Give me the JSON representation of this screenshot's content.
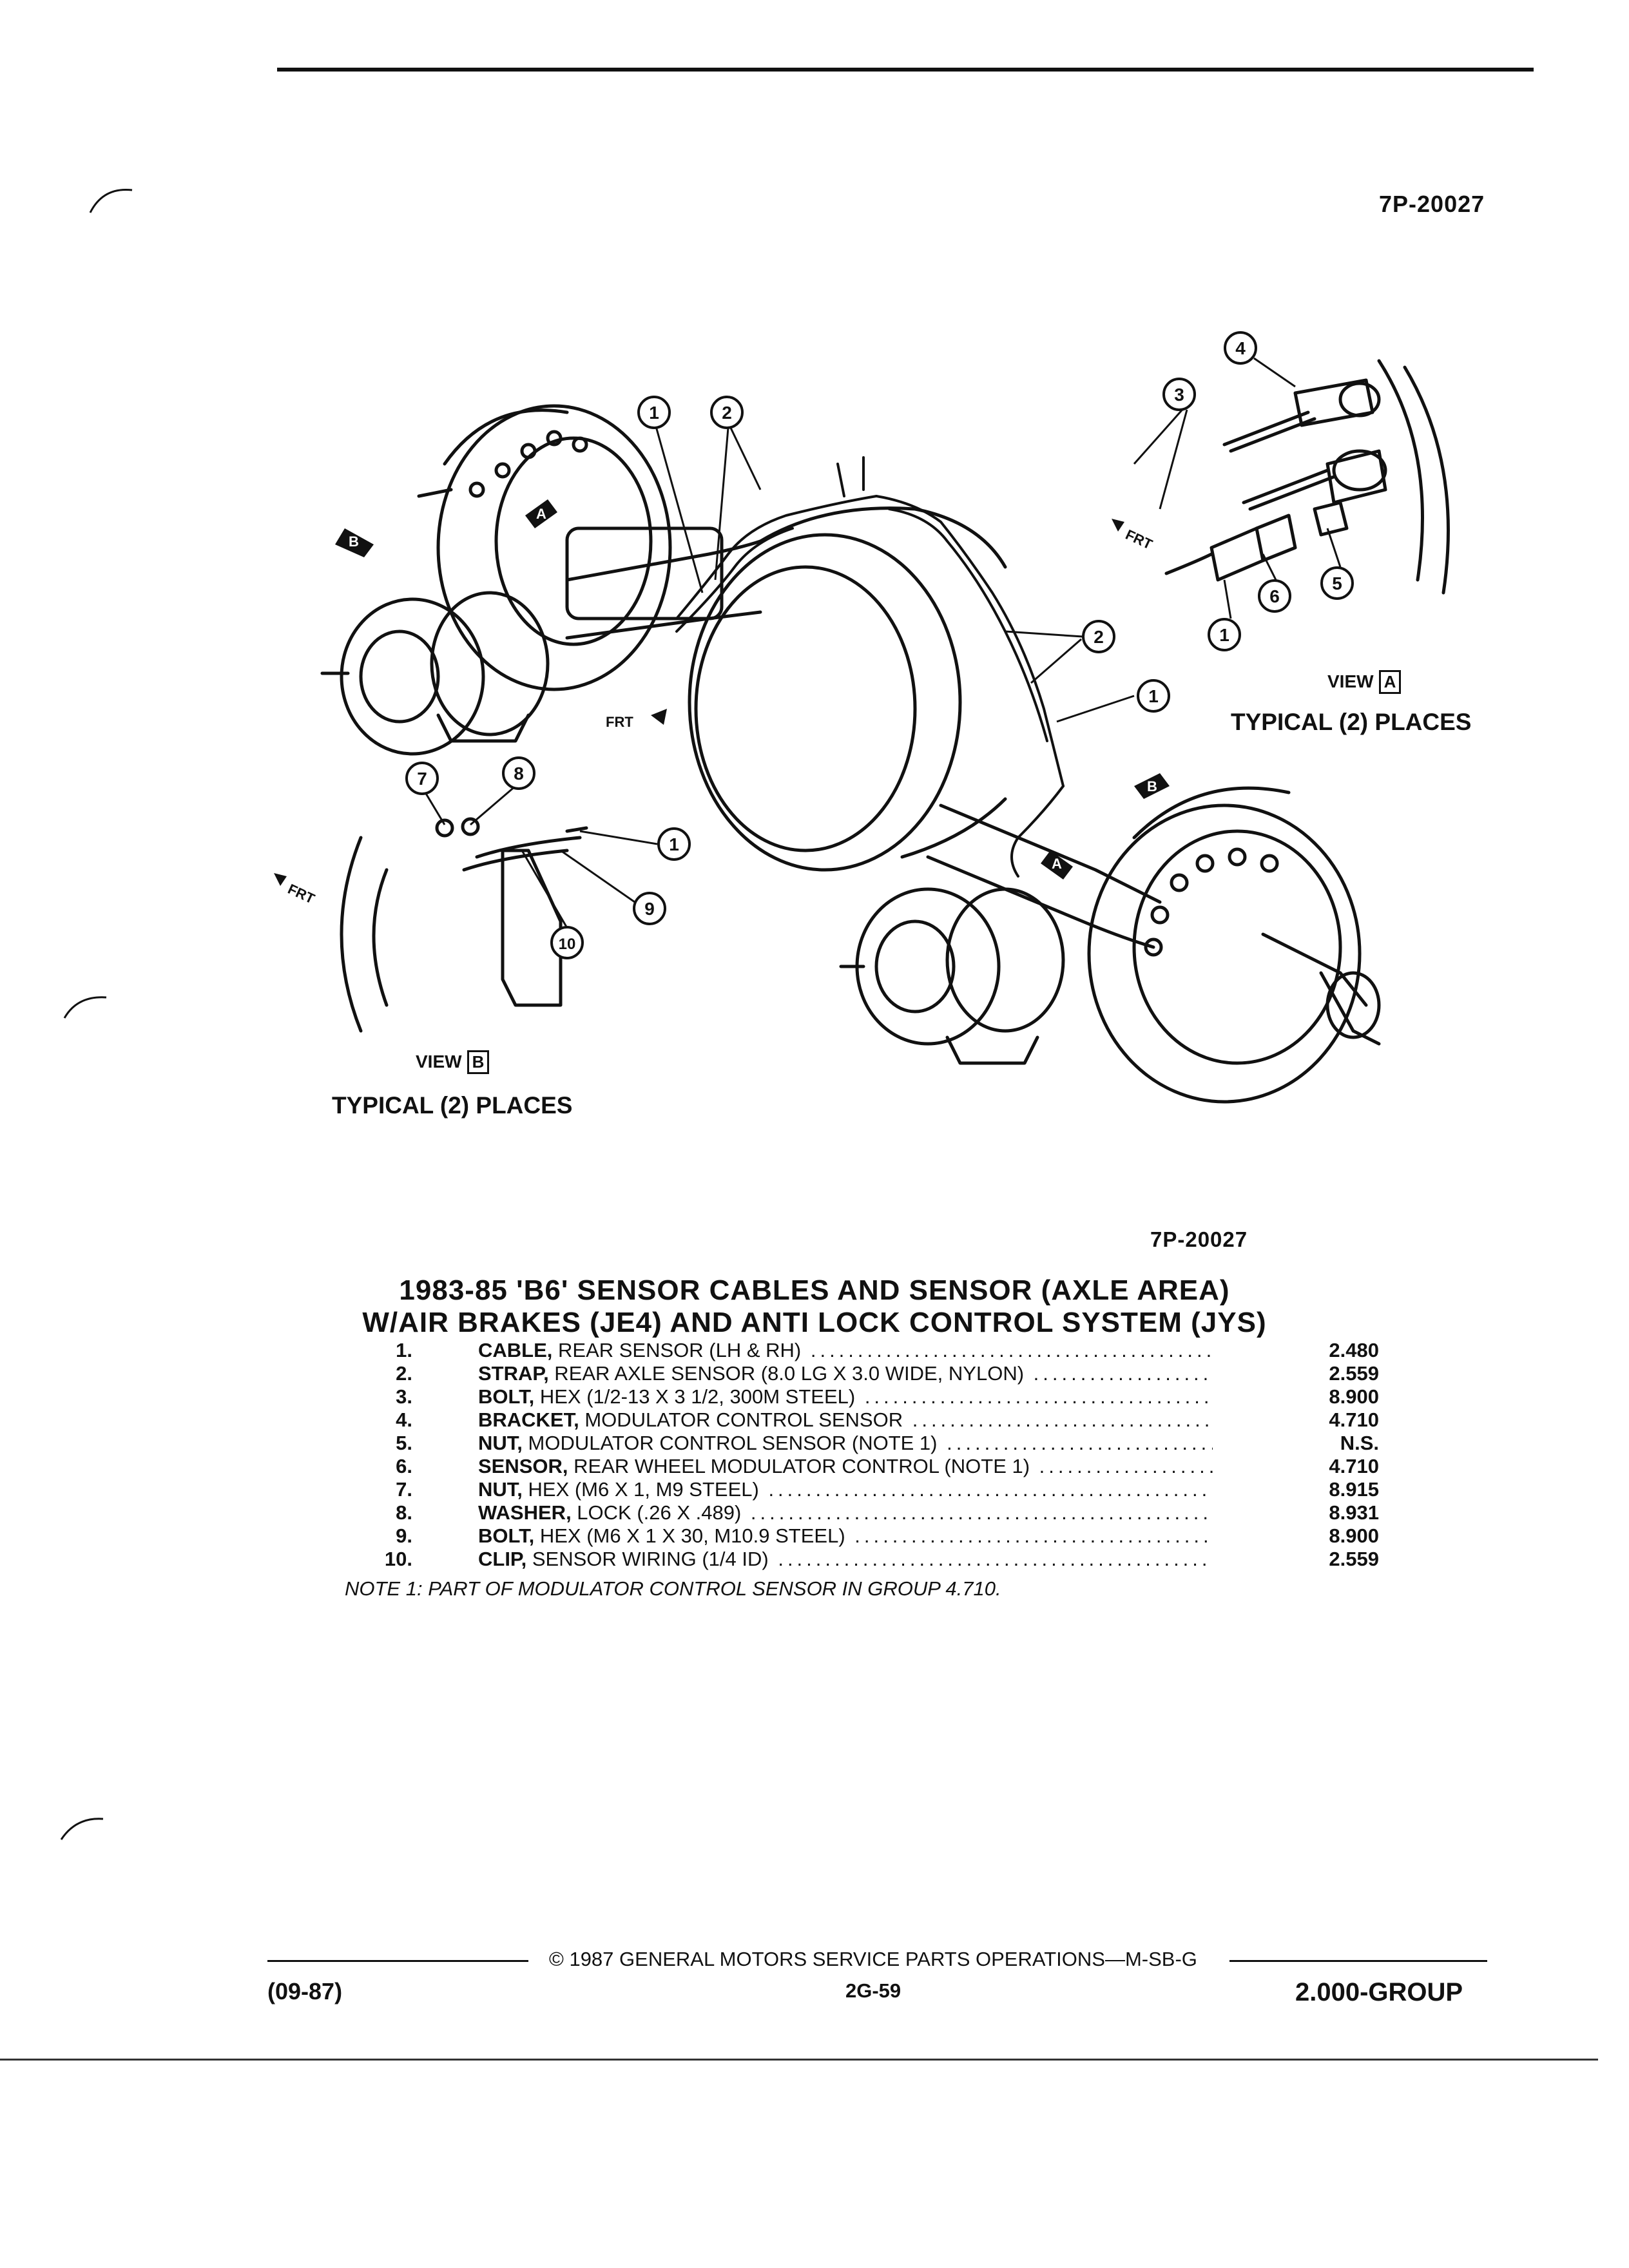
{
  "header": {
    "figure_code_top": "7P-20027"
  },
  "diagram": {
    "callouts": [
      "1",
      "2",
      "3",
      "4",
      "5",
      "6",
      "7",
      "8",
      "9",
      "10"
    ],
    "view_a_label": "VIEW",
    "view_a_letter": "A",
    "view_a_typical": "TYPICAL (2) PLACES",
    "view_b_label": "VIEW",
    "view_b_letter": "B",
    "view_b_typical": "TYPICAL (2) PLACES",
    "frt_label": "FRT",
    "marker_a": "A",
    "marker_b": "B",
    "figure_code_bottom": "7P-20027"
  },
  "title": {
    "line1": "1983-85 'B6' SENSOR CABLES AND SENSOR (AXLE AREA)",
    "line2": "W/AIR BRAKES (JE4) AND ANTI LOCK CONTROL SYSTEM (JYS)"
  },
  "parts": [
    {
      "num": "1.",
      "name": "CABLE,",
      "desc": " REAR SENSOR (LH & RH)",
      "group": "2.480"
    },
    {
      "num": "2.",
      "name": "STRAP,",
      "desc": " REAR AXLE SENSOR (8.0 LG X 3.0 WIDE, NYLON)",
      "group": "2.559"
    },
    {
      "num": "3.",
      "name": "BOLT,",
      "desc": " HEX (1/2-13 X 3 1/2, 300M STEEL)",
      "group": "8.900"
    },
    {
      "num": "4.",
      "name": "BRACKET,",
      "desc": " MODULATOR CONTROL SENSOR",
      "group": "4.710"
    },
    {
      "num": "5.",
      "name": "NUT,",
      "desc": " MODULATOR CONTROL SENSOR (NOTE 1)",
      "group": "N.S."
    },
    {
      "num": "6.",
      "name": "SENSOR,",
      "desc": " REAR WHEEL MODULATOR CONTROL (NOTE 1)",
      "group": "4.710"
    },
    {
      "num": "7.",
      "name": "NUT,",
      "desc": " HEX (M6 X 1, M9 STEEL)",
      "group": "8.915"
    },
    {
      "num": "8.",
      "name": "WASHER,",
      "desc": " LOCK (.26 X .489)",
      "group": "8.931"
    },
    {
      "num": "9.",
      "name": "BOLT,",
      "desc": " HEX (M6 X 1 X 30, M10.9 STEEL)",
      "group": "8.900"
    },
    {
      "num": "10.",
      "name": "CLIP,",
      "desc": " SENSOR WIRING (1/4 ID)",
      "group": "2.559"
    }
  ],
  "note": "NOTE 1: PART OF MODULATOR CONTROL SENSOR IN GROUP 4.710.",
  "footer": {
    "copyright": "© 1987 GENERAL MOTORS SERVICE PARTS OPERATIONS—M-SB-G",
    "date": "(09-87)",
    "page": "2G-59",
    "group": "2.000-GROUP"
  },
  "colors": {
    "ink": "#111111",
    "paper": "#ffffff"
  }
}
